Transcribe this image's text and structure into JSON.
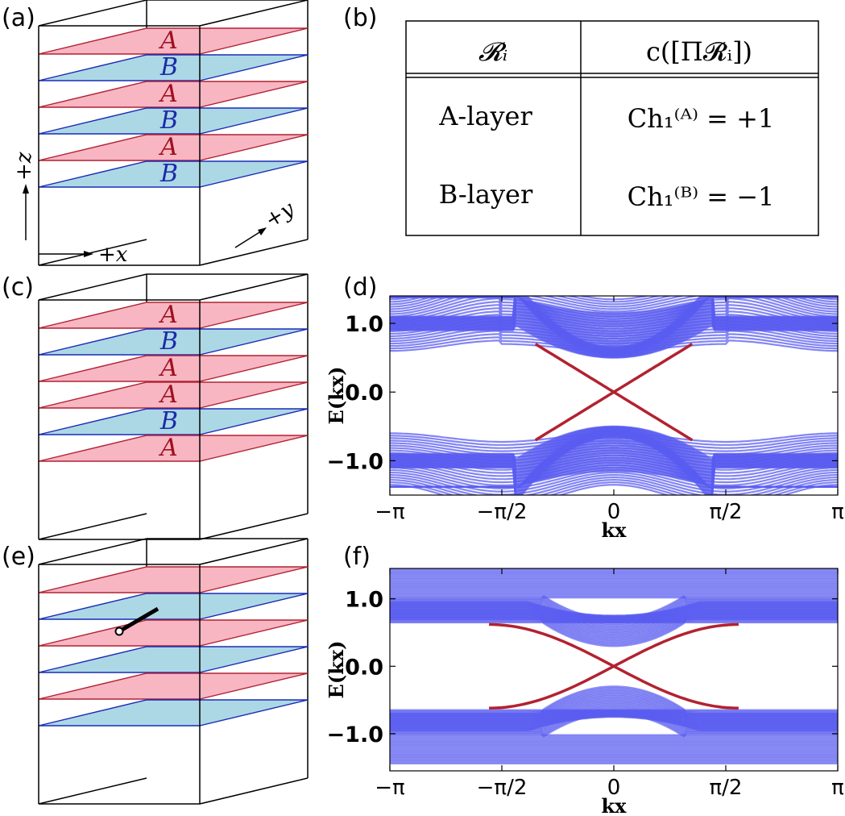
{
  "panels": {
    "a": {
      "label": "(a)",
      "layers": [
        "A",
        "B",
        "A",
        "B",
        "A",
        "B"
      ],
      "axis_x": "+x",
      "axis_y": "+y",
      "axis_z": "+z"
    },
    "b": {
      "label": "(b)"
    },
    "c": {
      "label": "(c)",
      "layers": [
        "A",
        "B",
        "A",
        "A",
        "B",
        "A"
      ]
    },
    "d": {
      "label": "(d)"
    },
    "e": {
      "label": "(e)",
      "layers": [
        "A",
        "B",
        "A",
        "B",
        "A",
        "B"
      ]
    },
    "f": {
      "label": "(f)"
    }
  },
  "table": {
    "header": [
      "𝓡ᵢ",
      "c([Π𝓡ᵢ])"
    ],
    "rows": [
      {
        "region": "A-layer",
        "value": "Ch₁⁽ᴬ⁾ = +1"
      },
      {
        "region": "B-layer",
        "value": "Ch₁⁽ᴮ⁾ = −1"
      }
    ]
  },
  "colors": {
    "a_layer_fill": "#f7b6c2",
    "a_layer_edge": "#b22233",
    "b_layer_fill": "#acd8e6",
    "b_layer_edge": "#1c2bb5",
    "a_text": "#a01020",
    "b_text": "#1c2ba8",
    "bulk_band": "#5a5cf0",
    "edge_state": "#b22230"
  },
  "chart_data": [
    {
      "panel": "d",
      "type": "line",
      "xlabel": "kx",
      "ylabel": "E(kx)",
      "xlim": [
        -3.1416,
        3.1416
      ],
      "ylim": [
        -1.5,
        1.4
      ],
      "xticks": [
        "−π",
        "−π/2",
        "0",
        "π/2",
        "π"
      ],
      "yticks": [
        "−1.0",
        "0.0",
        "1.0"
      ],
      "bulk_gap_edge": 0.45,
      "edge_state_range": [
        -1.1,
        1.1
      ],
      "edge_state_endpoint_energy": 0.7
    },
    {
      "panel": "f",
      "type": "line",
      "xlabel": "kx",
      "ylabel": "E(kx)",
      "xlim": [
        -3.1416,
        3.1416
      ],
      "ylim": [
        -1.55,
        1.45
      ],
      "xticks": [
        "−π",
        "−π/2",
        "0",
        "π/2",
        "π"
      ],
      "yticks": [
        "−1.0",
        "0.0",
        "1.0"
      ],
      "bulk_gap_edge": 0.3,
      "edge_state_range": [
        -1.75,
        1.75
      ],
      "edge_state_endpoint_energy": 0.62
    }
  ]
}
